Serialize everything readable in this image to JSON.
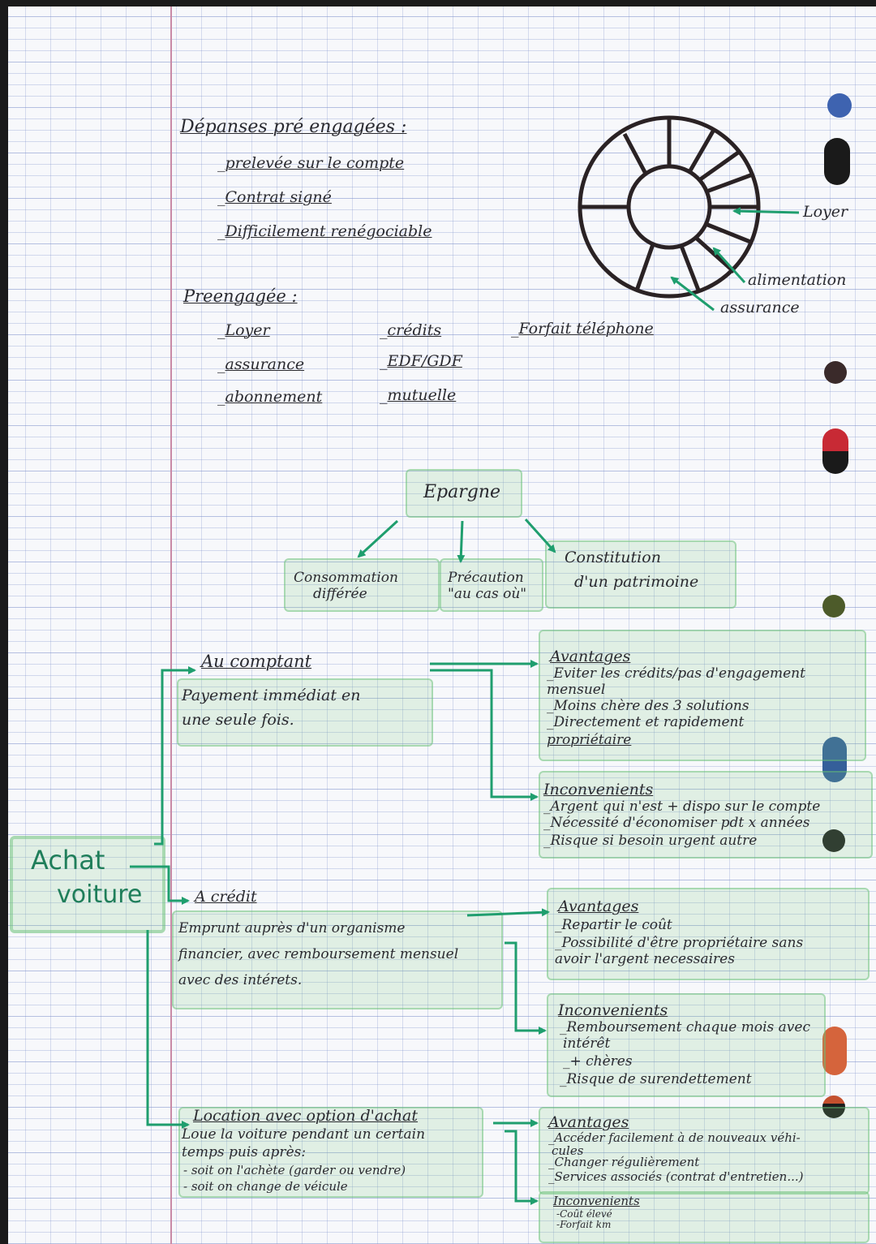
{
  "depenses": {
    "title": "Dépanses pré engagées :",
    "items": [
      "prelevée sur le compte",
      "Contrat signé",
      "Difficilement renégociable"
    ]
  },
  "preengagee": {
    "title": "Preengagée :",
    "col1": [
      "Loyer",
      "assurance",
      "abonnement"
    ],
    "col2": [
      "crédits",
      "EDF/GDF",
      "mutuelle"
    ],
    "col3": [
      "Forfait téléphone"
    ]
  },
  "wheel": {
    "labels": {
      "loyer": "Loyer",
      "alimentation": "alimentation",
      "assurance": "assurance"
    },
    "colors": {
      "ink": "#2a2224",
      "arrow": "#1f9e6e"
    }
  },
  "epargne": {
    "title": "Epargne",
    "branches": [
      {
        "line1": "Consommation",
        "line2": "différée"
      },
      {
        "line1": "Précaution",
        "line2": "\"au cas où\""
      },
      {
        "line1": "Constitution",
        "line2": "d'un patrimoine"
      }
    ]
  },
  "achat": {
    "root_line1": "Achat",
    "root_line2": "voiture",
    "comptant": {
      "title": "Au comptant",
      "desc": [
        "Payement immédiat en",
        "une seule fois."
      ],
      "avantages_title": "Avantages",
      "avantages": [
        "Eviter les crédits/pas d'engagement",
        "mensuel",
        "Moins chère des 3 solutions",
        "Directement et rapidement",
        "propriétaire"
      ],
      "inconvenients_title": "Inconvenients",
      "inconvenients": [
        "Argent qui n'est + dispo sur le compte",
        "Nécessité d'économiser pdt x années",
        "Risque si besoin urgent autre"
      ]
    },
    "credit": {
      "title": "A crédit",
      "desc": [
        "Emprunt auprès d'un organisme",
        "financier, avec remboursement mensuel",
        "avec des intérets."
      ],
      "avantages_title": "Avantages",
      "avantages": [
        "Repartir le coût",
        "Possibilité d'être propriétaire sans",
        "avoir l'argent necessaires"
      ],
      "inconvenients_title": "Inconvenients",
      "inconvenients": [
        "Remboursement chaque mois avec",
        "intérêt",
        "+ chères",
        "Risque de surendettement"
      ]
    },
    "location": {
      "title": "Location avec option d'achat",
      "desc": [
        "Loue la voiture pendant un certain",
        "temps puis après:",
        "- soit on l'achète (garder ou vendre)",
        "- soit on change de véicule"
      ],
      "avantages_title": "Avantages",
      "avantages": [
        "Accéder facilement à de nouveaux véhi-",
        "cules",
        "Changer régulièrement",
        "Services associés (contrat d'entretien...)"
      ],
      "inconvenients_title": "Inconvenients",
      "inconvenients": [
        "Coût élevé",
        "Forfait km"
      ]
    }
  },
  "colors": {
    "green": "#1f9e6e",
    "highlight": "#7cc98a",
    "ink": "#2a2a30"
  }
}
